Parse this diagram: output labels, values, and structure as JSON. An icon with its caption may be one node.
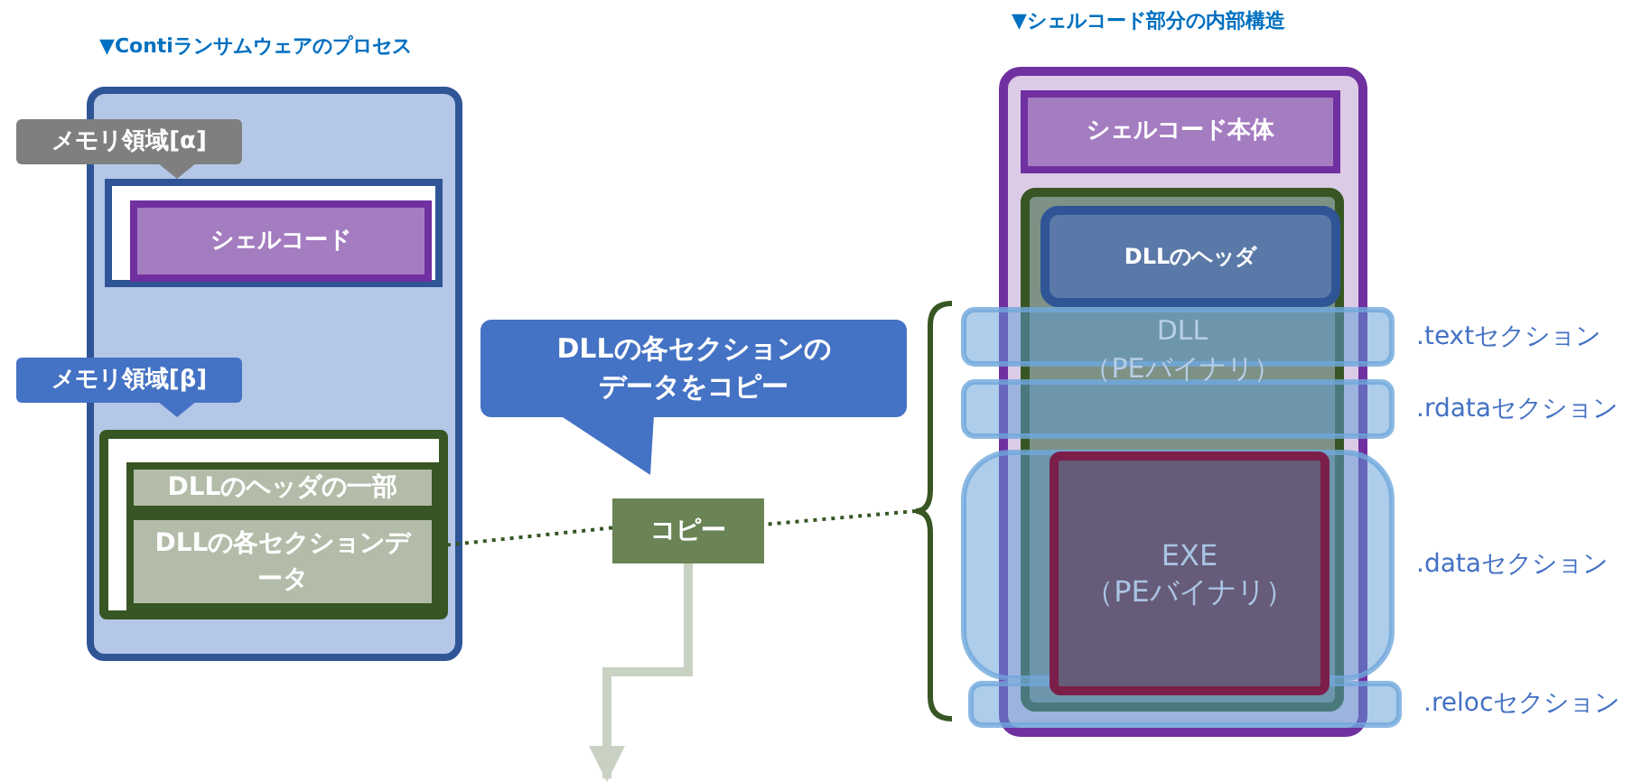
{
  "diagram": {
    "nodes": [
      {
        "text": [
          "▼Contiランサムウェアのプロセス"
        ]
      },
      {
        "text": [
          "メモリ領域[α]"
        ]
      },
      {
        "text": [],
        "shape": "box",
        "in": 0
      },
      {
        "text": [
          "シェルコード"
        ],
        "in": 2
      },
      {
        "text": [
          "メモリ領域[β]"
        ]
      },
      {
        "text": [],
        "shape": "box",
        "in": 0
      },
      {
        "text": [
          "DLLのヘッダの一部"
        ],
        "in": 5
      },
      {
        "text": [
          "DLLの各セクションデータ"
        ],
        "in": 5
      },
      {
        "text": [
          "DLLの各セクションのデータをコピー"
        ]
      },
      {
        "text": [
          "コピー"
        ]
      },
      {
        "text": [
          "▼シェルコード部分の内部構造"
        ]
      },
      {
        "text": [
          "シェルコード本体"
        ],
        "in": 10
      },
      {
        "text": [
          "DLL（PEバイナリ）"
        ],
        "in": 10
      },
      {
        "text": [
          "DLLのヘッダ"
        ],
        "in": 12
      },
      {
        "text": [
          "EXE（PEバイナリ）"
        ],
        "in": 12
      },
      {
        "text": [],
        "shape": "bracket"
      }
    ],
    "edges": [
      {
        "from": 15,
        "to": 9,
        "arrow": "none",
        "style": "dashed",
        "color": "#375623"
      },
      {
        "from": 9,
        "to": 7,
        "arrow": "to",
        "style": "dashed",
        "color": "#375623"
      },
      {
        "from": 9,
        "to": null,
        "arrow": "to",
        "style": "thick",
        "color": "#c9d1c3"
      }
    ],
    "labels": [
      ".textセクション",
      ".rdataセクション",
      ".dataセクション",
      ".relocセクション"
    ]
  }
}
